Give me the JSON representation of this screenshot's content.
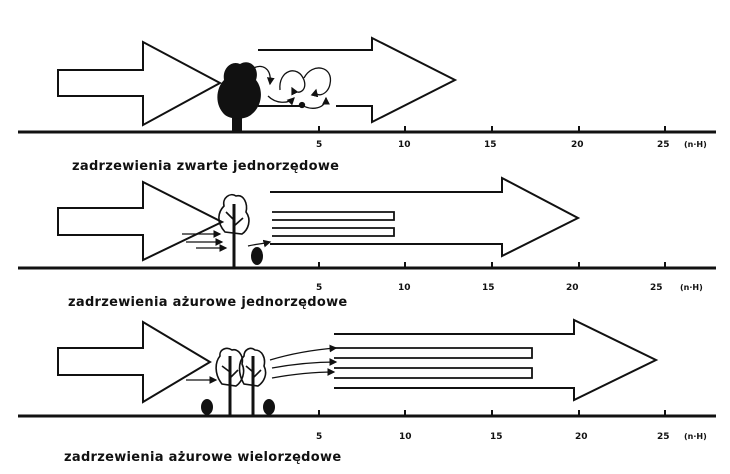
{
  "panels": [
    {
      "caption": "zadrzewienia zwarte jednorzędowe",
      "ticks": [
        "5",
        "10",
        "15",
        "20",
        "25"
      ],
      "unit": "(n·H)"
    },
    {
      "caption": "zadrzewienia ażurowe jednorzędowe",
      "ticks": [
        "5",
        "10",
        "15",
        "20",
        "25"
      ],
      "unit": "(n·H)"
    },
    {
      "caption": "zadrzewienia ażurowe wielorzędowe",
      "ticks": [
        "5",
        "10",
        "15",
        "20",
        "25"
      ],
      "unit": "(n·H)"
    }
  ]
}
